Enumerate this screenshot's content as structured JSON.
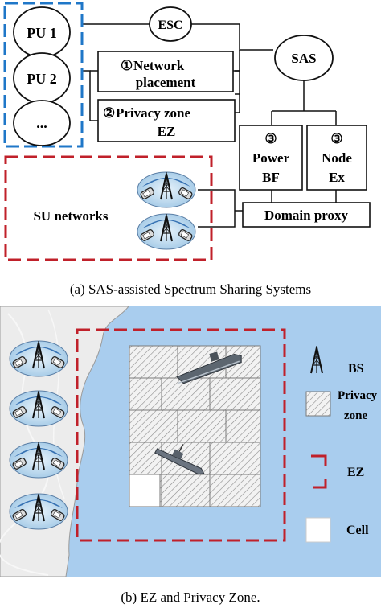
{
  "figure_a": {
    "pu_labels": [
      "PU 1",
      "PU 2",
      "..."
    ],
    "esc_label": "ESC",
    "sas_label": "SAS",
    "network_placement": {
      "num": "①",
      "line1": "Network",
      "line2": "placement"
    },
    "privacy_zone": {
      "num": "②",
      "line1": "Privacy zone",
      "line2": "EZ"
    },
    "power_bf": {
      "num": "③",
      "line1": "Power",
      "line2": "BF"
    },
    "node_ex": {
      "num": "③",
      "line1": "Node",
      "line2": "Ex"
    },
    "su_networks_label": "SU networks",
    "domain_proxy_label": "Domain proxy",
    "caption": "(a)  SAS-assisted Spectrum Sharing Systems"
  },
  "figure_b": {
    "legend": {
      "bs_label": "BS",
      "privacy_zone_label_line1": "Privacy",
      "privacy_zone_label_line2": "zone",
      "ez_label": "EZ",
      "cell_label": "Cell"
    },
    "caption": "(b)  EZ and Privacy Zone."
  },
  "colors": {
    "pu_border_blue": "#1f77c8",
    "ez_red": "#c0202a",
    "sea_blue": "#a9cdee",
    "land": "#ececec"
  }
}
